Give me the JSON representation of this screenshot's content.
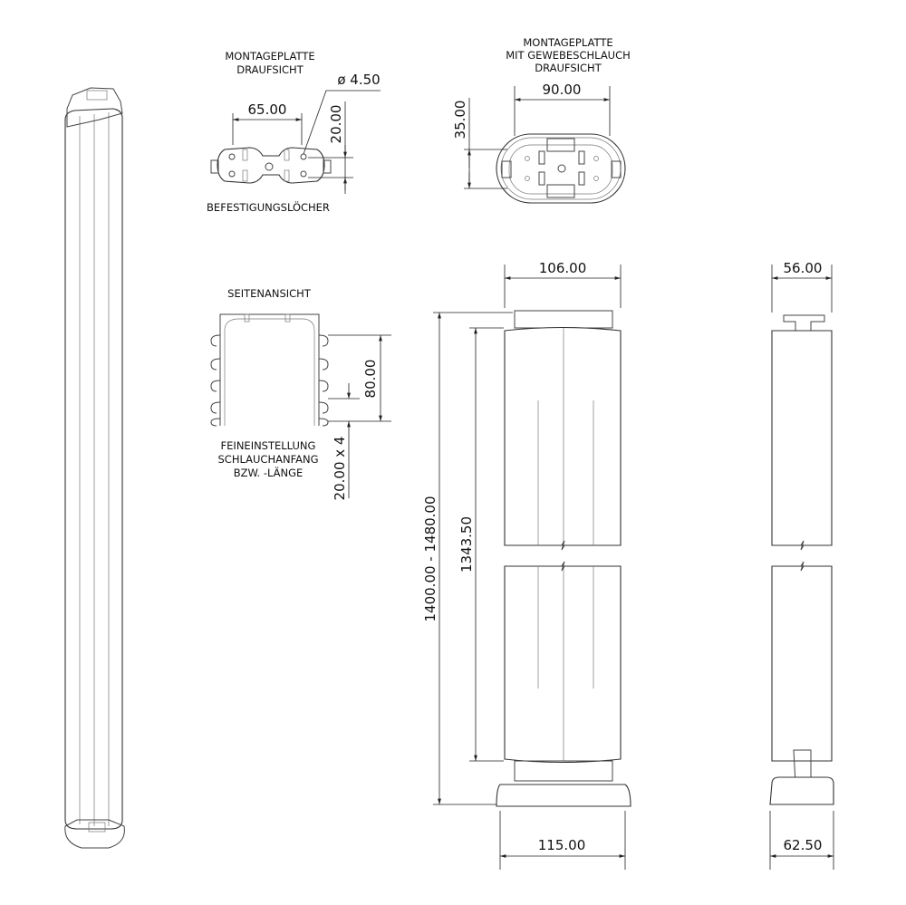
{
  "perspective_view": {},
  "mounting_plate_top": {
    "title_line1": "MONTAGEPLATTE",
    "title_line2": "DRAUFSICHT",
    "dim_width": "65.00",
    "dim_height": "20.00",
    "dim_hole": "ø 4.50",
    "caption": "BEFESTIGUNGSLÖCHER"
  },
  "mounting_plate_hose_top": {
    "title_line1": "MONTAGEPLATTE",
    "title_line2": "MIT GEWEBESCHLAUCH",
    "title_line3": "DRAUFSICHT",
    "dim_width": "90.00",
    "dim_height": "35.00"
  },
  "side_section": {
    "title": "SEITENANSICHT",
    "dim_range": "80.00",
    "dim_step": "20.00 x 4",
    "caption_line1": "FEINEINSTELLUNG",
    "caption_line2": "SCHLAUCHANFANG",
    "caption_line3": "BZW. -LÄNGE"
  },
  "front_view": {
    "dim_top_width": "106.00",
    "dim_base_width": "115.00",
    "dim_total_height": "1400.00 - 1480.00",
    "dim_body_height": "1343.50"
  },
  "side_view": {
    "dim_top_width": "56.00",
    "dim_base_width": "62.50"
  }
}
